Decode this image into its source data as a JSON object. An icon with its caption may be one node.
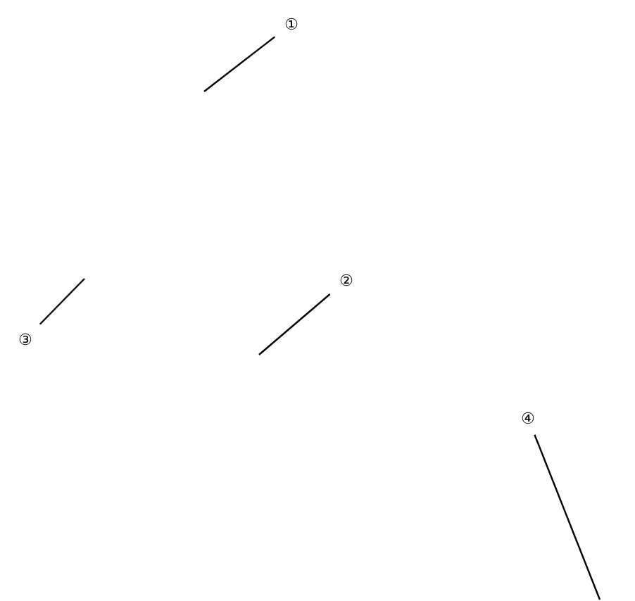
{
  "diagram": {
    "nodes": [
      {
        "text": [
          "①"
        ]
      },
      {
        "text": [
          "②"
        ]
      },
      {
        "text": [
          "③"
        ]
      },
      {
        "text": [
          "④"
        ]
      }
    ],
    "edges": [
      {
        "from": 0,
        "to": null,
        "arrow": "none"
      },
      {
        "from": 1,
        "to": null,
        "arrow": "none"
      },
      {
        "from": 2,
        "to": null,
        "arrow": "none"
      },
      {
        "from": 3,
        "to": null,
        "arrow": "none"
      }
    ]
  }
}
